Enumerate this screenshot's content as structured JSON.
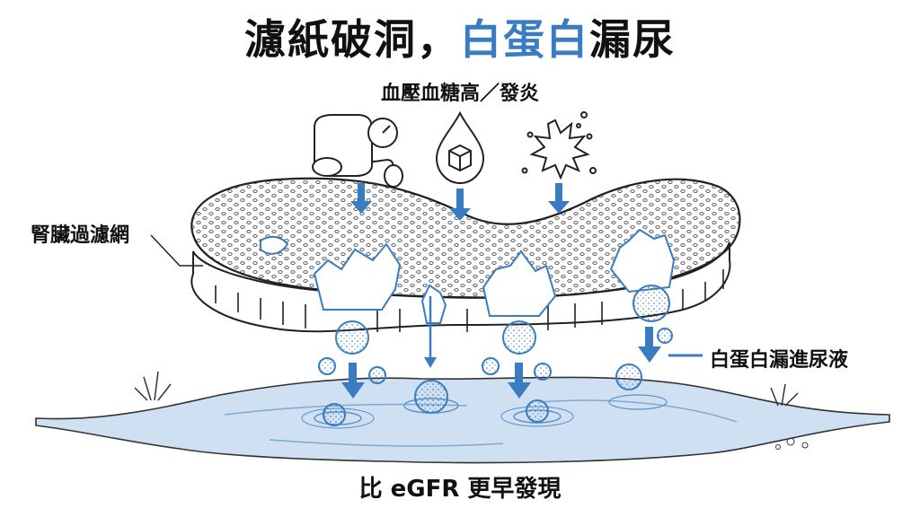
{
  "title": {
    "part1": "濾紙破洞，",
    "accent": "白蛋白",
    "part2": "漏尿"
  },
  "causes_label": "血壓血糖高／發炎",
  "filter_label": "腎臟過濾網",
  "leak_label": "白蛋白漏進尿液",
  "bottom_label": "比 eGFR 更早發現",
  "colors": {
    "accent": "#3a7cc1",
    "ink": "#111111",
    "water": "#cfe0f2"
  },
  "icons": [
    "blood-pressure-cuff-icon",
    "sugar-drop-icon",
    "inflammation-burst-icon"
  ]
}
